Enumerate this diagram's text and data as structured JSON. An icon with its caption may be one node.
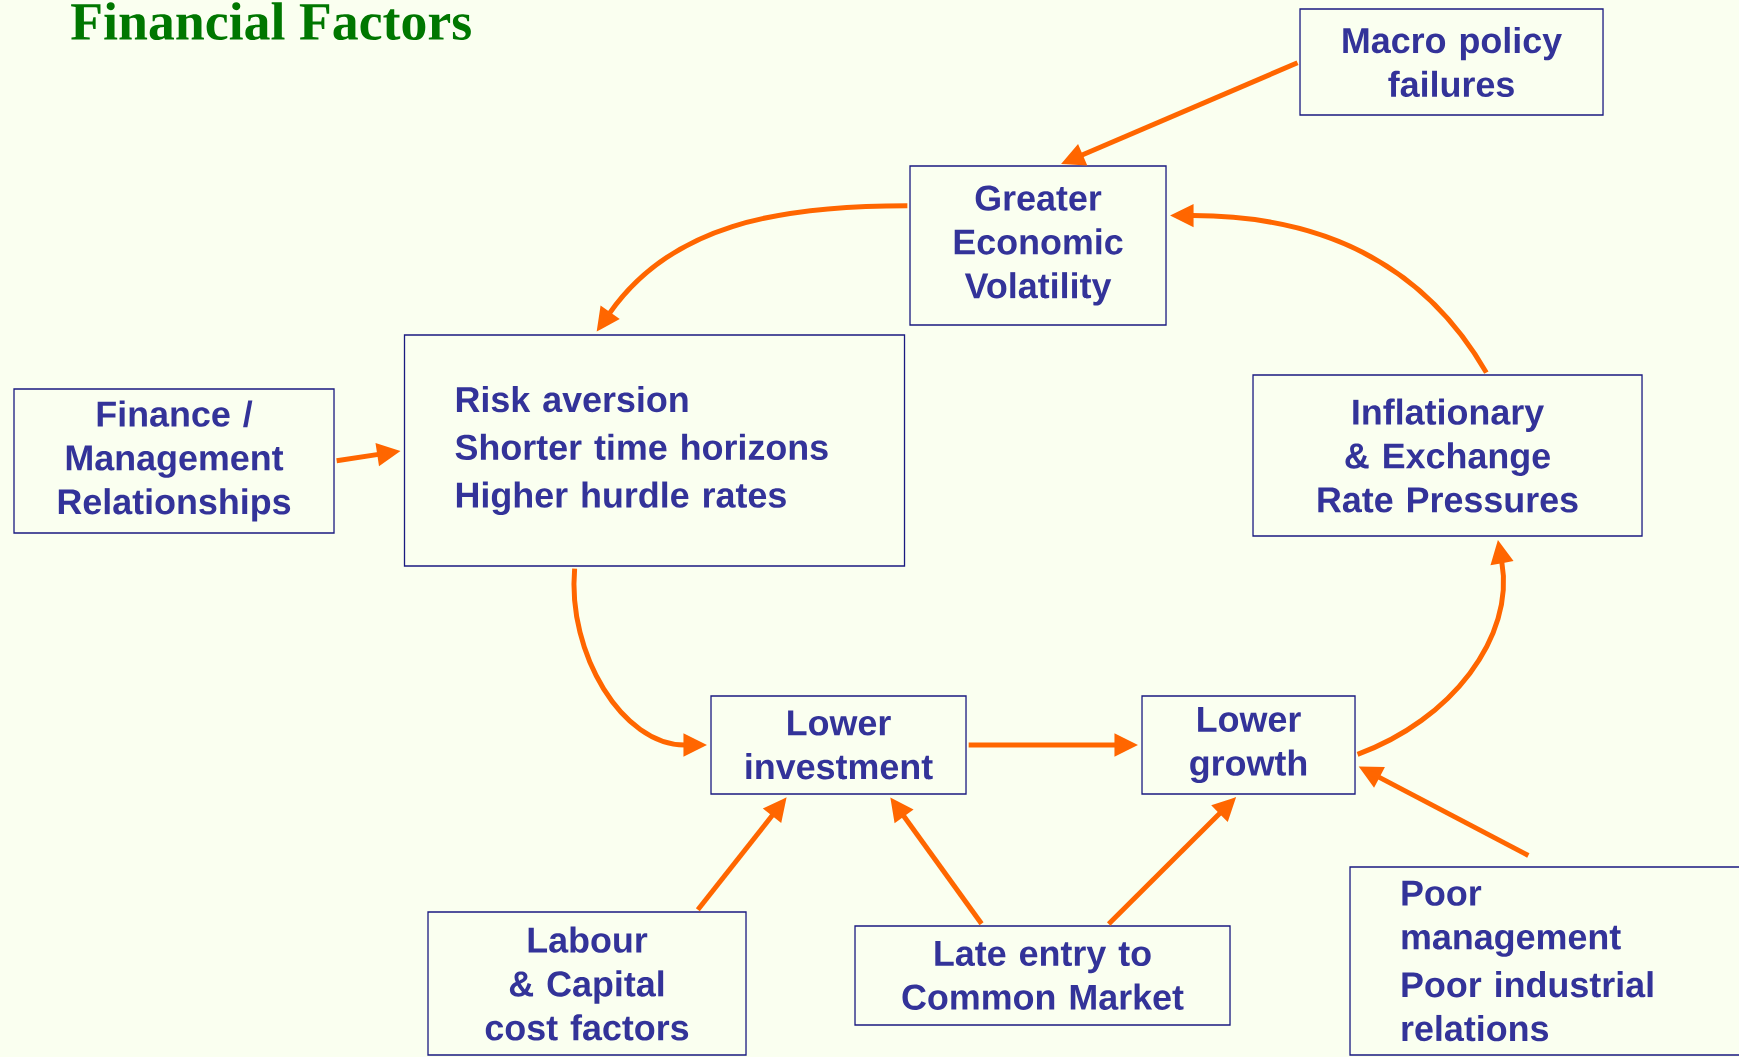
{
  "diagram": {
    "title": "Financial Factors",
    "nodes": [
      {
        "text": [
          "Macro policy failures"
        ]
      },
      {
        "text": [
          "Greater Economic Volatility"
        ]
      },
      {
        "text": [
          "Risk aversion",
          "Shorter time horizons",
          "Higher hurdle rates"
        ]
      },
      {
        "text": [
          "Finance / Management Relationships"
        ]
      },
      {
        "text": [
          "Inflationary & Exchange Rate Pressures"
        ]
      },
      {
        "text": [
          "Lower investment"
        ]
      },
      {
        "text": [
          "Lower growth"
        ]
      },
      {
        "text": [
          "Labour & Capital cost factors"
        ]
      },
      {
        "text": [
          "Late entry to Common Market"
        ]
      },
      {
        "text": [
          "Poor management",
          "Poor industrial relations"
        ]
      }
    ],
    "edges": [
      {
        "from": 0,
        "to": 1,
        "arrow": "to"
      },
      {
        "from": 1,
        "to": 2,
        "arrow": "to"
      },
      {
        "from": 3,
        "to": 2,
        "arrow": "to"
      },
      {
        "from": 2,
        "to": 5,
        "arrow": "to"
      },
      {
        "from": 5,
        "to": 6,
        "arrow": "to"
      },
      {
        "from": 6,
        "to": 4,
        "arrow": "to"
      },
      {
        "from": 4,
        "to": 1,
        "arrow": "to"
      },
      {
        "from": 7,
        "to": 5,
        "arrow": "to"
      },
      {
        "from": 8,
        "to": 5,
        "arrow": "to"
      },
      {
        "from": 8,
        "to": 6,
        "arrow": "to"
      },
      {
        "from": 9,
        "to": 6,
        "arrow": "to"
      }
    ]
  }
}
